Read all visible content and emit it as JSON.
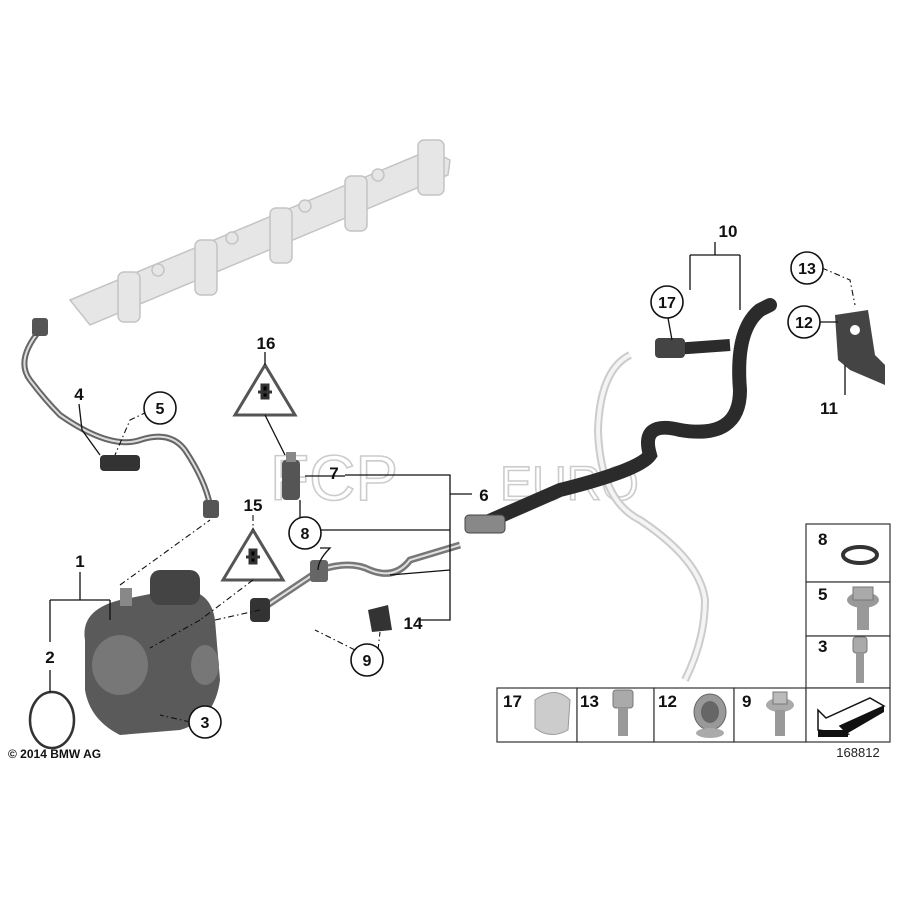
{
  "diagram": {
    "callouts": {
      "c1": "1",
      "c2": "2",
      "c3": "3",
      "c4": "4",
      "c5": "5",
      "c6": "6",
      "c7": "7",
      "c8": "8",
      "c9": "9",
      "c10": "10",
      "c11": "11",
      "c12": "12",
      "c13": "13",
      "c14": "14",
      "c15": "15",
      "c16": "16",
      "c17": "17"
    },
    "parts_table": {
      "right_column": [
        "8",
        "5",
        "3"
      ],
      "bottom_row": [
        "17",
        "13",
        "12",
        "9"
      ]
    },
    "diagram_number": "168812",
    "copyright": "© 2014 BMW AG",
    "watermark": "FCP EURO"
  },
  "colors": {
    "hose": "#2b2b2b",
    "rail": "#d8d8d8",
    "pump": "#5a5a5a"
  }
}
